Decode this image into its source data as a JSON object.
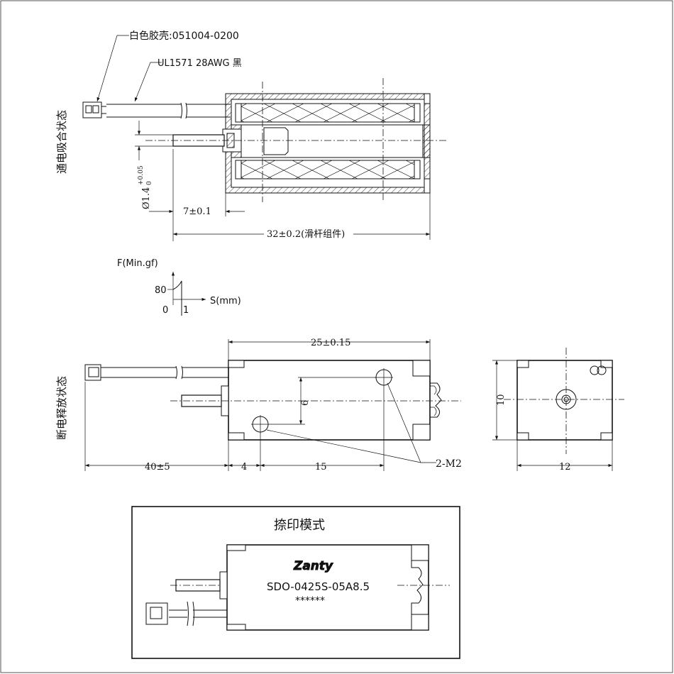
{
  "labels": {
    "housing_note": "白色胶壳:051004-0200",
    "wire_note": "UL1571 28AWG 黑",
    "state_energized": "通电吸合状态",
    "state_released": "断电释放状态",
    "force_axis": "F(Min.gf)",
    "stroke_axis": "S(mm)",
    "force_value": "80",
    "origin": "0",
    "stroke_value": "1",
    "thread_callout": "2-M2",
    "marking_title": "捺印模式",
    "brand": "Zanty",
    "model": "SDO-0425S-05A8.5",
    "serial_mask": "******"
  },
  "dimensions": {
    "shaft_diameter_base": "Ø1.4",
    "shaft_diameter_tol_upper": "+0.05",
    "shaft_diameter_tol_lower": "0",
    "shaft_protrusion": "7±0.1",
    "plunger_assembly_length": "32±0.2(滑杆组件)",
    "body_length": "25±0.15",
    "hole_spacing_vertical": "6",
    "lead_length": "40±5",
    "hole_offset_from_end": "4",
    "hole_spacing_horizontal": "15",
    "body_height": "10",
    "body_width": "12"
  }
}
